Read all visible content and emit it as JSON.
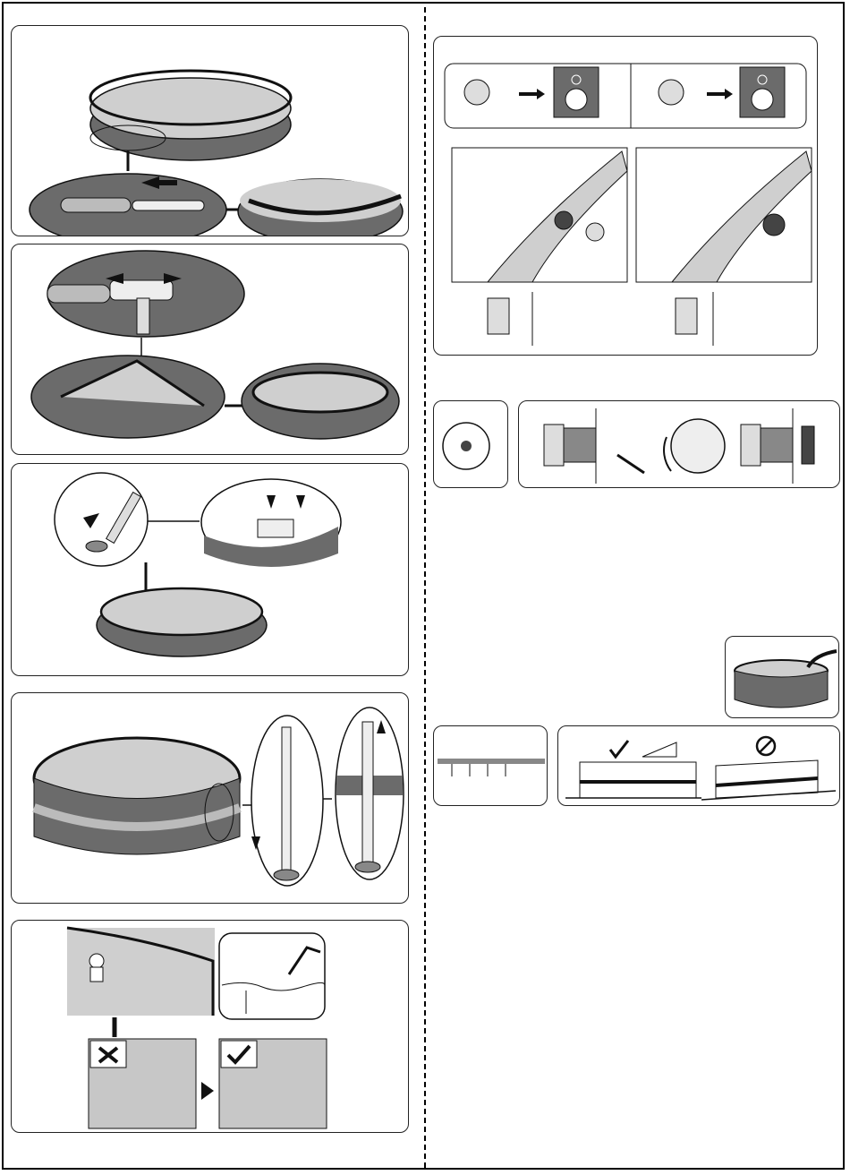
{
  "document": {
    "type": "assembly instructions (illustrations only)",
    "text_visible": false
  },
  "left_column": {
    "steps": [
      {
        "id": 1,
        "name": "connect-top-rails"
      },
      {
        "id": 2,
        "name": "join-t-joints"
      },
      {
        "id": 3,
        "name": "insert-legs-and-pins"
      },
      {
        "id": 4,
        "name": "attach-leg-bases"
      },
      {
        "id": 5,
        "name": "fill-and-smooth-floor"
      }
    ]
  },
  "right_column": {
    "panels": [
      {
        "id": "a",
        "name": "strainer-connector-install"
      },
      {
        "id": "b",
        "name": "strainer-tighten"
      },
      {
        "id": "c",
        "name": "pool-filling"
      },
      {
        "id": "d",
        "name": "ground-level-check"
      }
    ]
  },
  "icons": {
    "ok": "check-icon",
    "not_ok": "x-icon",
    "prohibited": "prohibited-icon"
  },
  "colors": {
    "liner": "#6b6b6b",
    "floor": "#cfcfcf",
    "ink": "#111111",
    "rail": "#9a9a9a"
  }
}
